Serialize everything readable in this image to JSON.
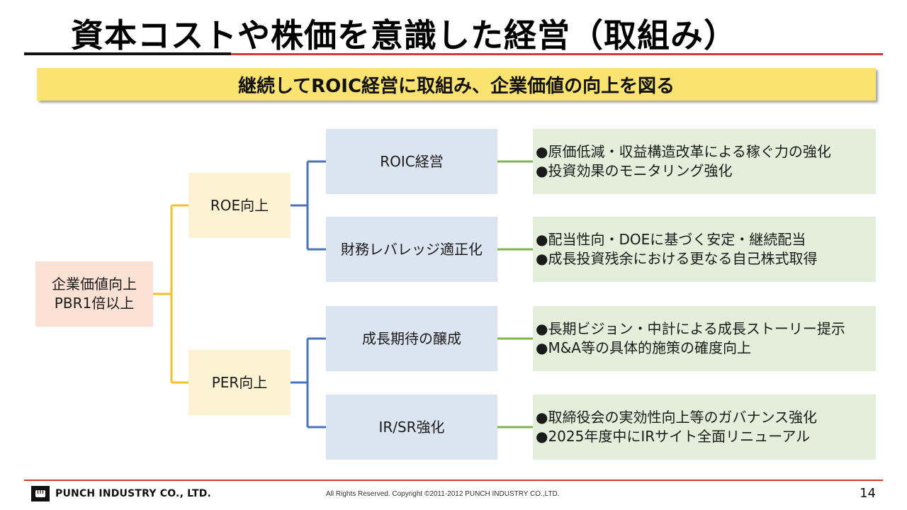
{
  "header": {
    "title": "資本コストや株価を意識した経営（取組み）",
    "banner": "継続してROIC経営に取組み、企業価値の向上を図る"
  },
  "tree": {
    "root": {
      "line1": "企業価値向上",
      "line2": "PBR1倍以上"
    },
    "level1": [
      {
        "label": "ROE向上"
      },
      {
        "label": "PER向上"
      }
    ],
    "level2": [
      {
        "label": "ROIC経営",
        "details": [
          "●原価低減・収益構造改革による稼ぐ力の強化",
          "●投資効果のモニタリング強化"
        ]
      },
      {
        "label": "財務レバレッジ適正化",
        "details": [
          "●配当性向・DOEに基づく安定・継続配当",
          "●成長投資残余における更なる自己株式取得"
        ]
      },
      {
        "label": "成長期待の醸成",
        "details": [
          "●長期ビジョン・中計による成長ストーリー提示",
          "●M&A等の具体的施策の確度向上"
        ]
      },
      {
        "label": "IR/SR強化",
        "details": [
          "●取締役会の実効性向上等のガバナンス強化",
          "●2025年度中にIRサイト全面リニューアル"
        ]
      }
    ]
  },
  "footer": {
    "company": "PUNCH INDUSTRY CO., LTD.",
    "copyright": "All Rights Reserved. Copyright ©2011-2012  PUNCH  INDUSTRY  CO.,LTD.",
    "page_number": "14"
  },
  "colors": {
    "accent_red": "#d23a34",
    "banner_yellow": "#fbe372",
    "connector_yellow": "#f2c12e",
    "connector_blue": "#4a72b8",
    "connector_green": "#7fb34b"
  }
}
